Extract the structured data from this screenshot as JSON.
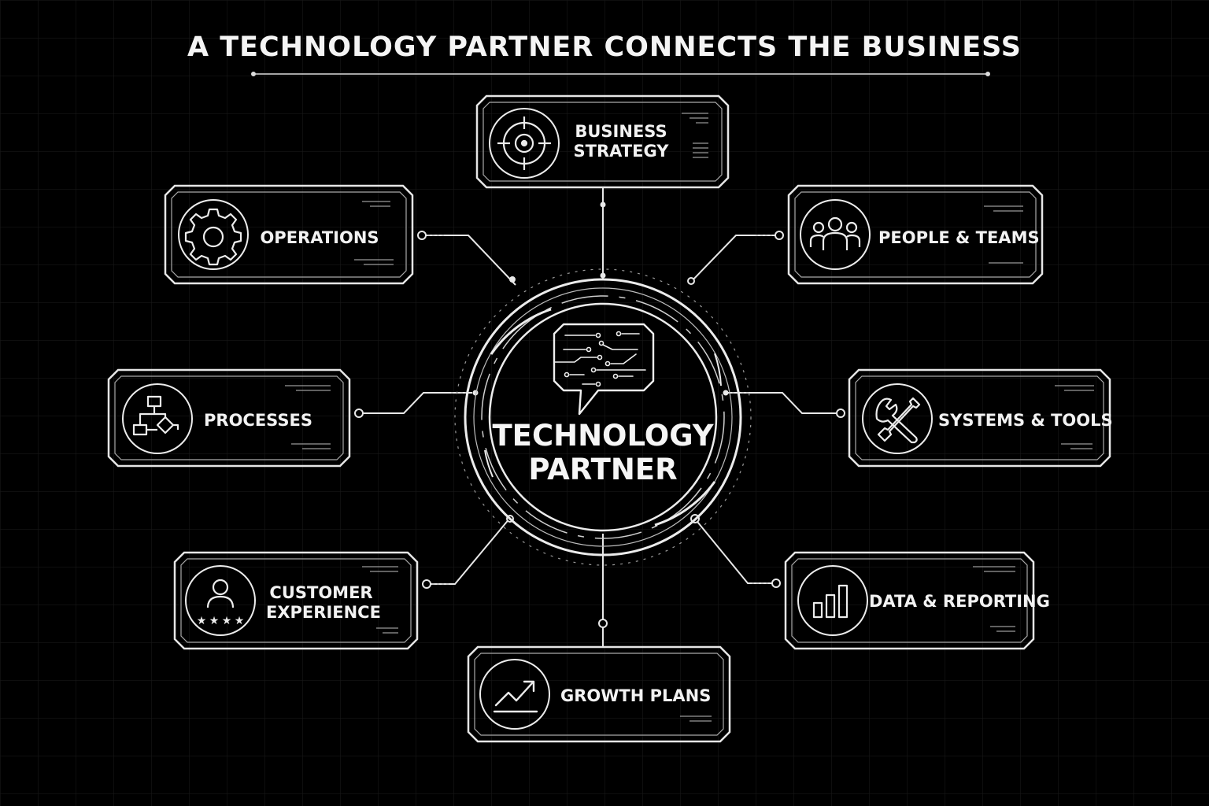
{
  "title": "A TECHNOLOGY PARTNER CONNECTS THE BUSINESS",
  "center": {
    "label_line1": "TECHNOLOGY",
    "label_line2": "PARTNER",
    "icon": "circuit-chat-bubble-icon"
  },
  "nodes": {
    "business_strategy": {
      "line1": "BUSINESS",
      "line2": "STRATEGY",
      "icon": "target-icon"
    },
    "operations": {
      "label": "OPERATIONS",
      "icon": "gear-icon"
    },
    "people_teams": {
      "label": "PEOPLE & TEAMS",
      "icon": "people-icon"
    },
    "processes": {
      "label": "PROCESSES",
      "icon": "flowchart-icon"
    },
    "systems_tools": {
      "label": "SYSTEMS & TOOLS",
      "icon": "wrench-screwdriver-icon"
    },
    "customer_experience": {
      "line1": "CUSTOMER",
      "line2": "EXPERIENCE",
      "icon": "customer-rating-icon"
    },
    "data_reporting": {
      "label": "DATA & REPORTING",
      "icon": "bar-chart-icon"
    },
    "growth_plans": {
      "label": "GROWTH PLANS",
      "icon": "growth-trend-icon"
    }
  },
  "colors": {
    "background": "#000000",
    "line": "#e8e8e8",
    "grid": "#1b1b1b"
  }
}
